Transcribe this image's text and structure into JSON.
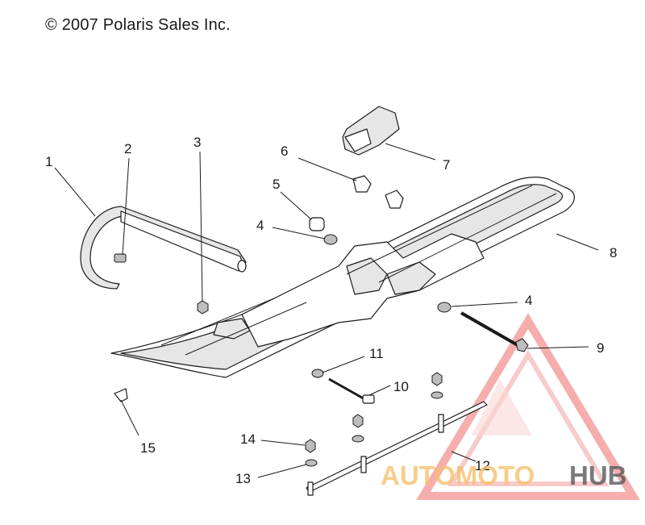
{
  "copyright": "© 2007 Polaris Sales Inc.",
  "callouts": [
    {
      "label": "1"
    },
    {
      "label": "2"
    },
    {
      "label": "3"
    },
    {
      "label": "4"
    },
    {
      "label": "4"
    },
    {
      "label": "5"
    },
    {
      "label": "6"
    },
    {
      "label": "7"
    },
    {
      "label": "8"
    },
    {
      "label": "9"
    },
    {
      "label": "10"
    },
    {
      "label": "11"
    },
    {
      "label": "12"
    },
    {
      "label": "13"
    },
    {
      "label": "14"
    },
    {
      "label": "15"
    }
  ],
  "watermark": {
    "part1": "AUTOMOTO",
    "part2": "HUB",
    "color_primary": "#f6c16e",
    "color_secondary": "#5a5a5a",
    "triangle_color": "#f08080"
  }
}
